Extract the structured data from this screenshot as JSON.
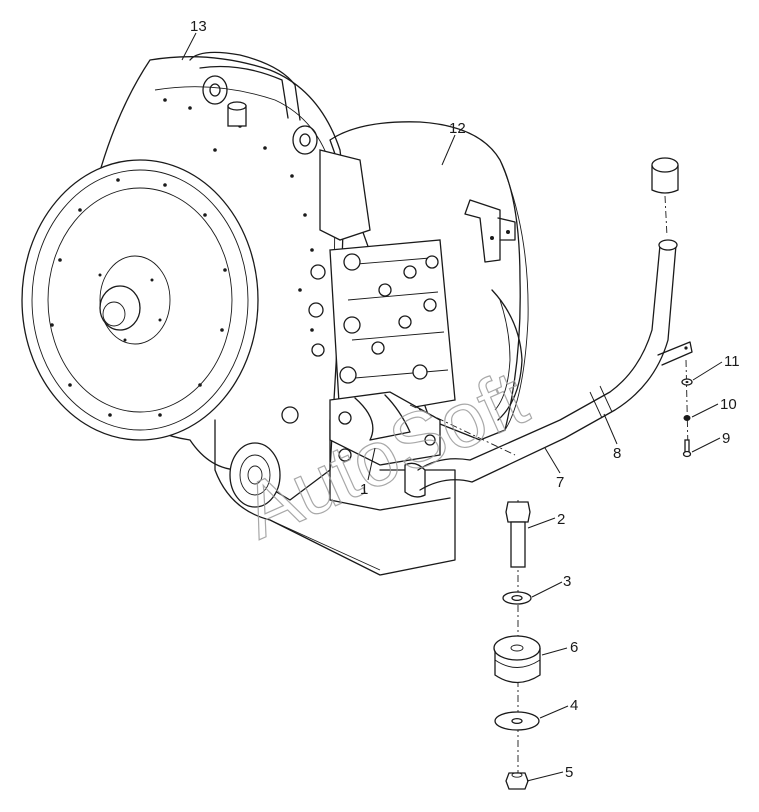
{
  "diagram": {
    "watermark": "AutoSoft",
    "callouts": [
      {
        "id": "1",
        "label": "1"
      },
      {
        "id": "2",
        "label": "2"
      },
      {
        "id": "3",
        "label": "3"
      },
      {
        "id": "4",
        "label": "4"
      },
      {
        "id": "5",
        "label": "5"
      },
      {
        "id": "6",
        "label": "6"
      },
      {
        "id": "7",
        "label": "7"
      },
      {
        "id": "8",
        "label": "8"
      },
      {
        "id": "9",
        "label": "9"
      },
      {
        "id": "10",
        "label": "10"
      },
      {
        "id": "11",
        "label": "11"
      },
      {
        "id": "12",
        "label": "12"
      },
      {
        "id": "13",
        "label": "13"
      }
    ]
  }
}
